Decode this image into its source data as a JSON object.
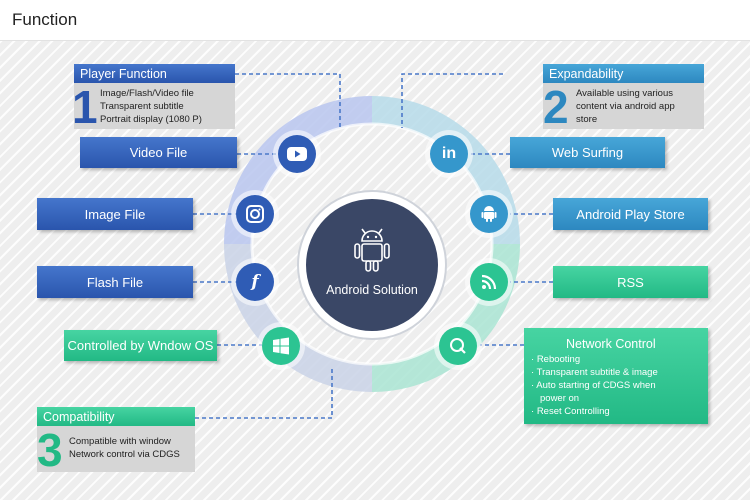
{
  "header": {
    "title": "Function"
  },
  "center": {
    "label": "Android Solution"
  },
  "player_function": {
    "title": "Player Function",
    "number": "1",
    "lines": [
      "Image/Flash/Video file",
      "Transparent subtitle",
      "Portrait display (1080 P)"
    ]
  },
  "expandability": {
    "title": "Expandability",
    "number": "2",
    "lines": [
      "Available using various",
      "content via android app",
      "store"
    ]
  },
  "compatibility": {
    "title": "Compatibility",
    "number": "3",
    "lines": [
      "Compatible with window",
      "Network control via CDGS"
    ]
  },
  "left_features": [
    {
      "label": "Video File",
      "icon": "youtube-icon"
    },
    {
      "label": "Image File",
      "icon": "instagram-icon"
    },
    {
      "label": "Flash File",
      "icon": "flash-icon"
    },
    {
      "label": "Controlled by Wndow OS",
      "icon": "windows-icon"
    }
  ],
  "right_features": [
    {
      "label": "Web Surfing",
      "icon": "linkedin-icon"
    },
    {
      "label": "Android Play Store",
      "icon": "android-icon"
    },
    {
      "label": "RSS",
      "icon": "rss-icon"
    }
  ],
  "network_control": {
    "title": "Network Control",
    "items": [
      "Rebooting",
      "Transparent subtitle & image",
      "Auto starting of CDGS  when",
      "power on",
      "Reset Controlling"
    ],
    "icon": "network-icon"
  },
  "colors": {
    "blue": "#2f5cb5",
    "light_blue": "#3597cc",
    "green": "#2cc492",
    "center": "#3a4766"
  }
}
